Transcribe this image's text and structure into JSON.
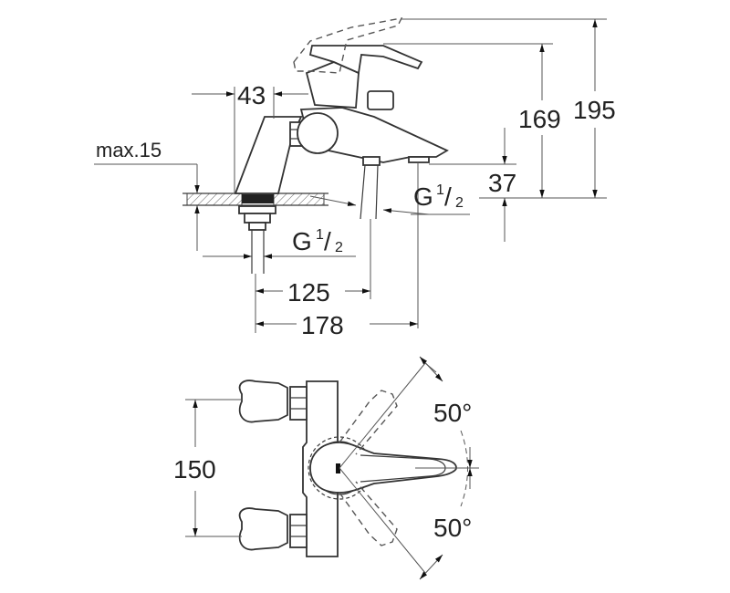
{
  "side_view": {
    "dims": {
      "offset_43": "43",
      "max_deck": "max.15",
      "height_169": "169",
      "height_195": "195",
      "spout_height_37": "37",
      "projection_125": "125",
      "projection_178": "178"
    },
    "threads": {
      "inlet": {
        "g": "G",
        "num": "1",
        "slash": "/",
        "den": "2"
      },
      "outlet": {
        "g": "G",
        "num": "1",
        "slash": "/",
        "den": "2"
      }
    }
  },
  "top_view": {
    "dims": {
      "centres_150": "150",
      "rotation_up": "50°",
      "rotation_down": "50°"
    }
  }
}
